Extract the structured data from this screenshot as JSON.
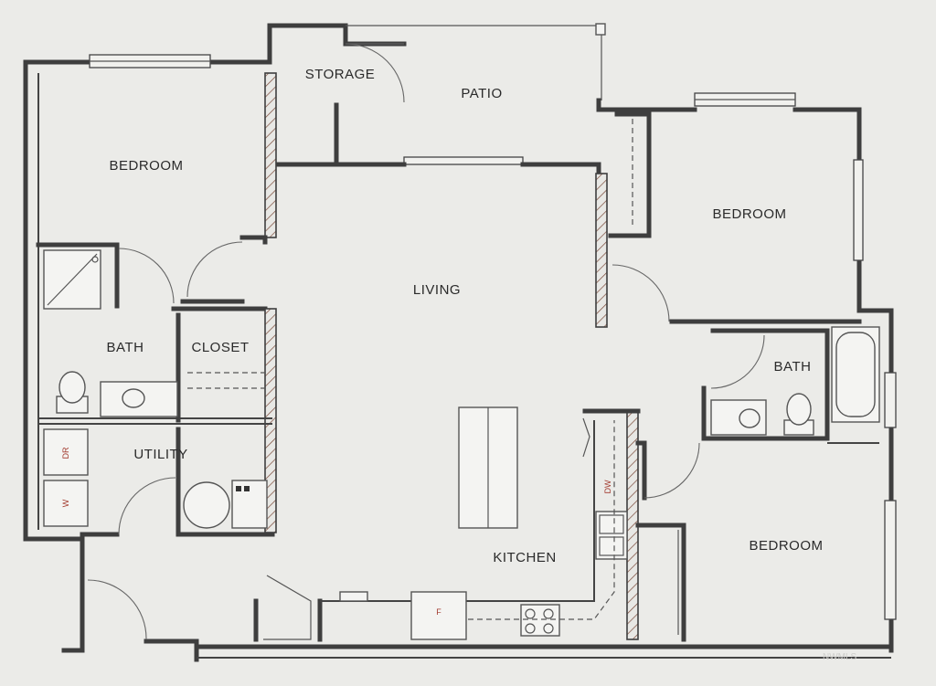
{
  "rooms": {
    "bedroom_nw": "BEDROOM",
    "storage": "STORAGE",
    "patio": "PATIO",
    "bedroom_ne": "BEDROOM",
    "living": "LIVING",
    "bath_w": "BATH",
    "closet": "CLOSET",
    "bath_e": "BATH",
    "utility": "UTILITY",
    "kitchen": "KITCHEN",
    "bedroom_se": "BEDROOM"
  },
  "appliances": {
    "dryer": "DR",
    "washer": "W",
    "dishwasher": "DW",
    "fridge": "F"
  },
  "watermark": "NWMLS",
  "colors": {
    "background": "#ebebe8",
    "wall": "#3e3e3e",
    "appliance_label": "#a23a2e"
  }
}
